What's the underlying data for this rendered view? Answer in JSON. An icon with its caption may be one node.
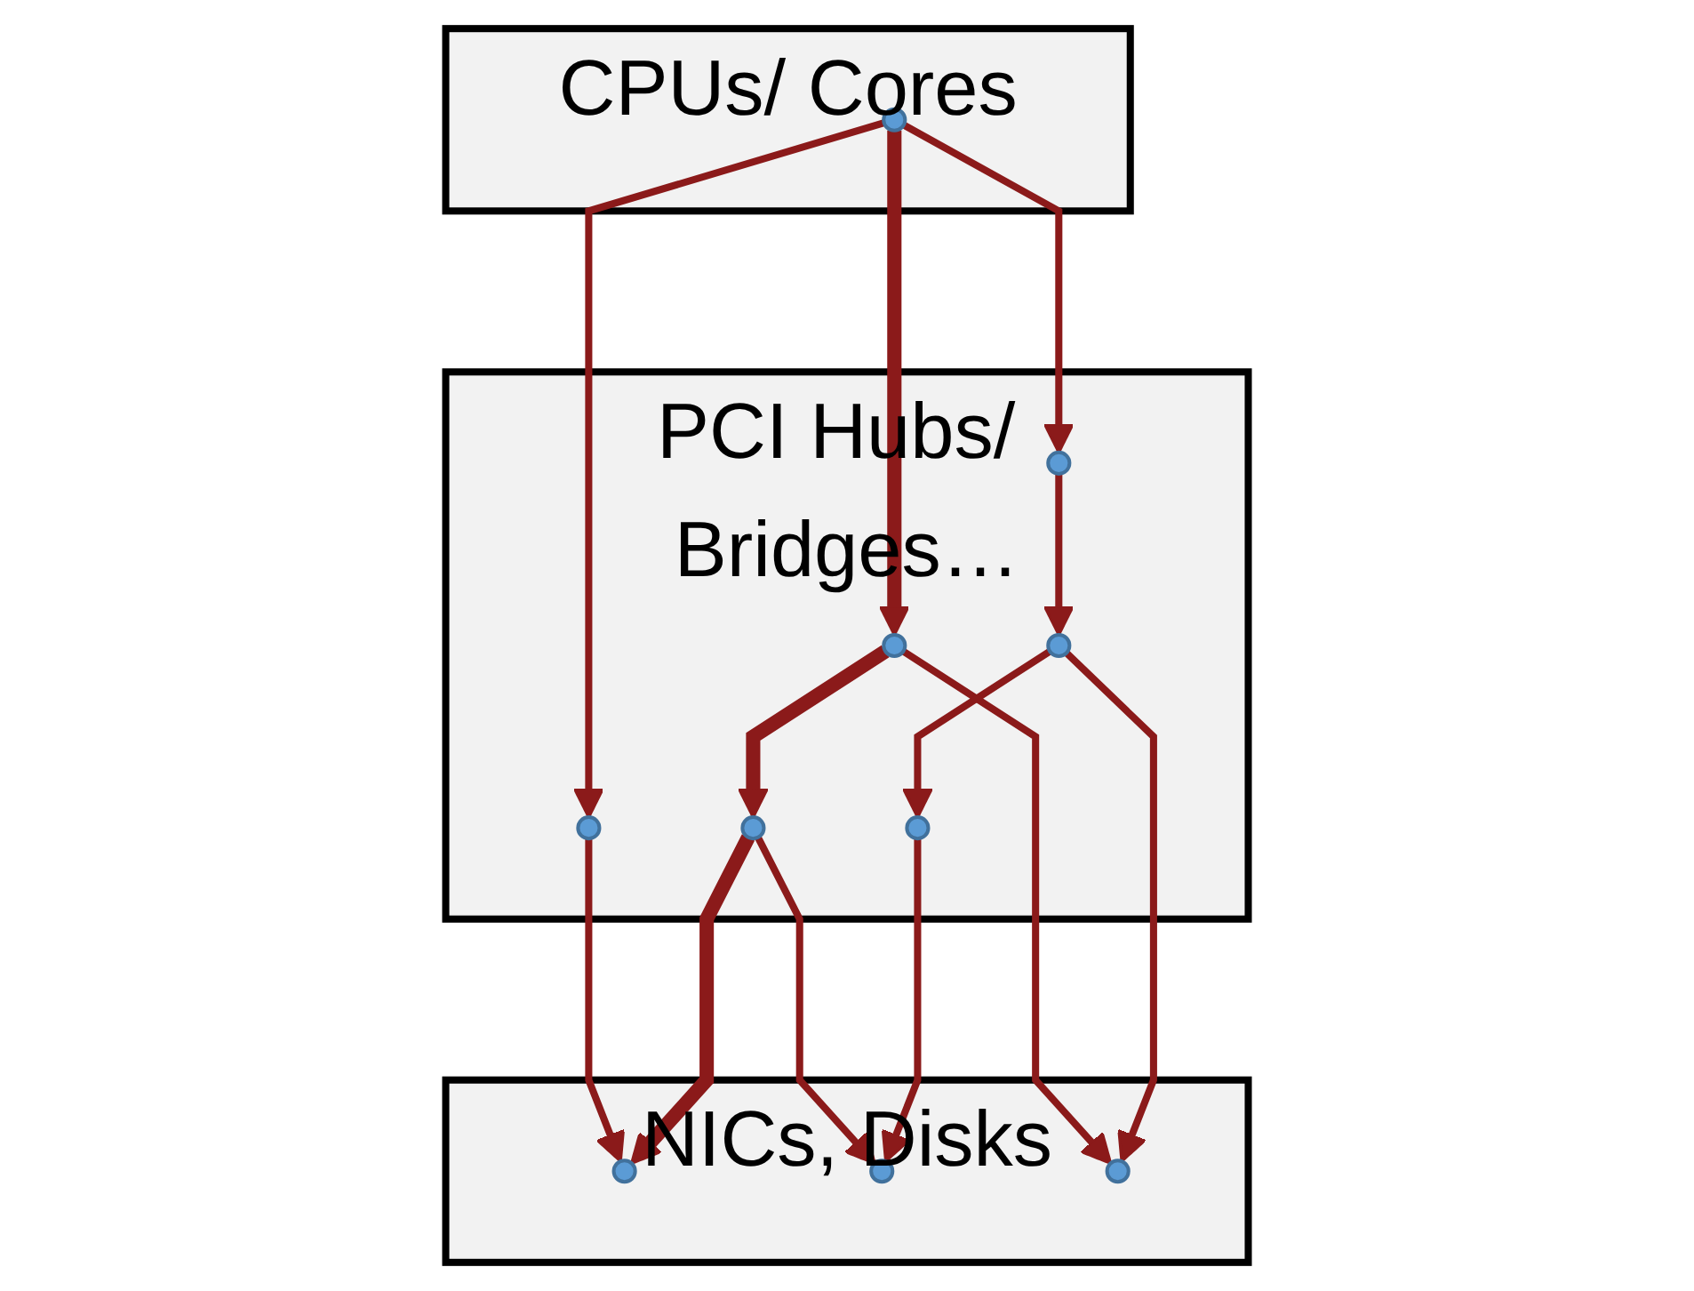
{
  "diagram": {
    "nodes": [
      {
        "text": [
          "CPUs/ Cores"
        ]
      },
      {
        "text": [],
        "shape": "circle",
        "in": 0
      },
      {
        "text": [
          "PCI Hubs/ Bridges…"
        ]
      },
      {
        "text": [],
        "shape": "circle",
        "in": 2
      },
      {
        "text": [],
        "shape": "circle",
        "in": 2
      },
      {
        "text": [],
        "shape": "circle",
        "in": 2
      },
      {
        "text": [],
        "shape": "circle",
        "in": 2
      },
      {
        "text": [],
        "shape": "circle",
        "in": 2
      },
      {
        "text": [],
        "shape": "circle",
        "in": 2
      },
      {
        "text": [
          "NICs, Disks"
        ]
      },
      {
        "text": [],
        "shape": "circle",
        "in": 9
      },
      {
        "text": [],
        "shape": "circle",
        "in": 9
      },
      {
        "text": [],
        "shape": "circle",
        "in": 9
      }
    ],
    "edges": [
      {
        "from": 1,
        "to": 3,
        "arrow": "to"
      },
      {
        "from": 1,
        "to": 4,
        "arrow": "to",
        "style": "thick"
      },
      {
        "from": 1,
        "to": 5,
        "arrow": "to"
      },
      {
        "from": 3,
        "to": 10,
        "arrow": "to"
      },
      {
        "from": 4,
        "to": 7,
        "arrow": "to",
        "style": "thick"
      },
      {
        "from": 4,
        "to": 12,
        "arrow": "to"
      },
      {
        "from": 5,
        "to": 6,
        "arrow": "to"
      },
      {
        "from": 6,
        "to": 8,
        "arrow": "to"
      },
      {
        "from": 6,
        "to": 12,
        "arrow": "to"
      },
      {
        "from": 7,
        "to": 10,
        "arrow": "to",
        "style": "thick"
      },
      {
        "from": 7,
        "to": 11,
        "arrow": "to"
      },
      {
        "from": 8,
        "to": 11,
        "arrow": "to"
      }
    ]
  }
}
